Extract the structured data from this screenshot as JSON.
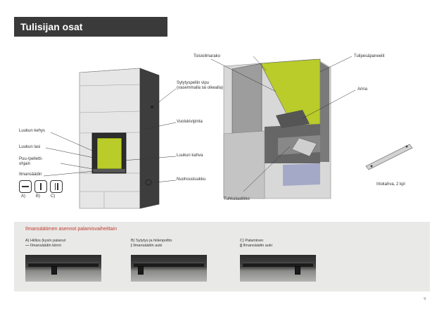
{
  "title": "Tulisijan osat",
  "left_labels": {
    "sytytyspelli": "Sytytyspellin vipu\n(vasemmalla tai oikealla)",
    "vuolukivipinta": "Vuolukivipinta",
    "luukun_kehys": "Luukun kehys",
    "luukun_lasi": "Luukun lasi",
    "puu_pelletti": "Puu-/pelletti-\nohjain",
    "ilmansaadin": "Ilmansäädin",
    "luukun_kahva": "Luukun kahva",
    "nuohousluukku": "Nuohousluukku"
  },
  "controls": {
    "labels": [
      "A)",
      "B)",
      "C)"
    ]
  },
  "right_labels": {
    "toisioilmarako": "Toisioilmarako",
    "tulipesapaneelit": "Tulipesäpaneelit",
    "arina": "Arina",
    "tuhkalaatikko": "Tuhkalaatikko",
    "irtokahva": "Irtokahva, 2 kpl"
  },
  "panel": {
    "heading": "Ilmansäätimen asennot palamisvaiheittain",
    "columns": [
      {
        "head": "A) Hiillos (kysin palanut",
        "sym": "—",
        "sub": "Ilmansäädin kiinni",
        "knob_position": 0.36
      },
      {
        "head": "B) Sytytys ja hiilenpoltto",
        "sym": "|",
        "sub": "Ilmansäädin auki",
        "knob_position": 0.06
      },
      {
        "head": "C) Palaminen",
        "sym": "||",
        "sub": "Ilmansäädin auki",
        "knob_position": 0.8
      }
    ]
  },
  "page_number": "9",
  "colors": {
    "title_bg": "#3a3a3a",
    "heading_red": "#c0392b",
    "panel_green": "#b9cc29",
    "panel_bg": "#e9e9e7"
  }
}
